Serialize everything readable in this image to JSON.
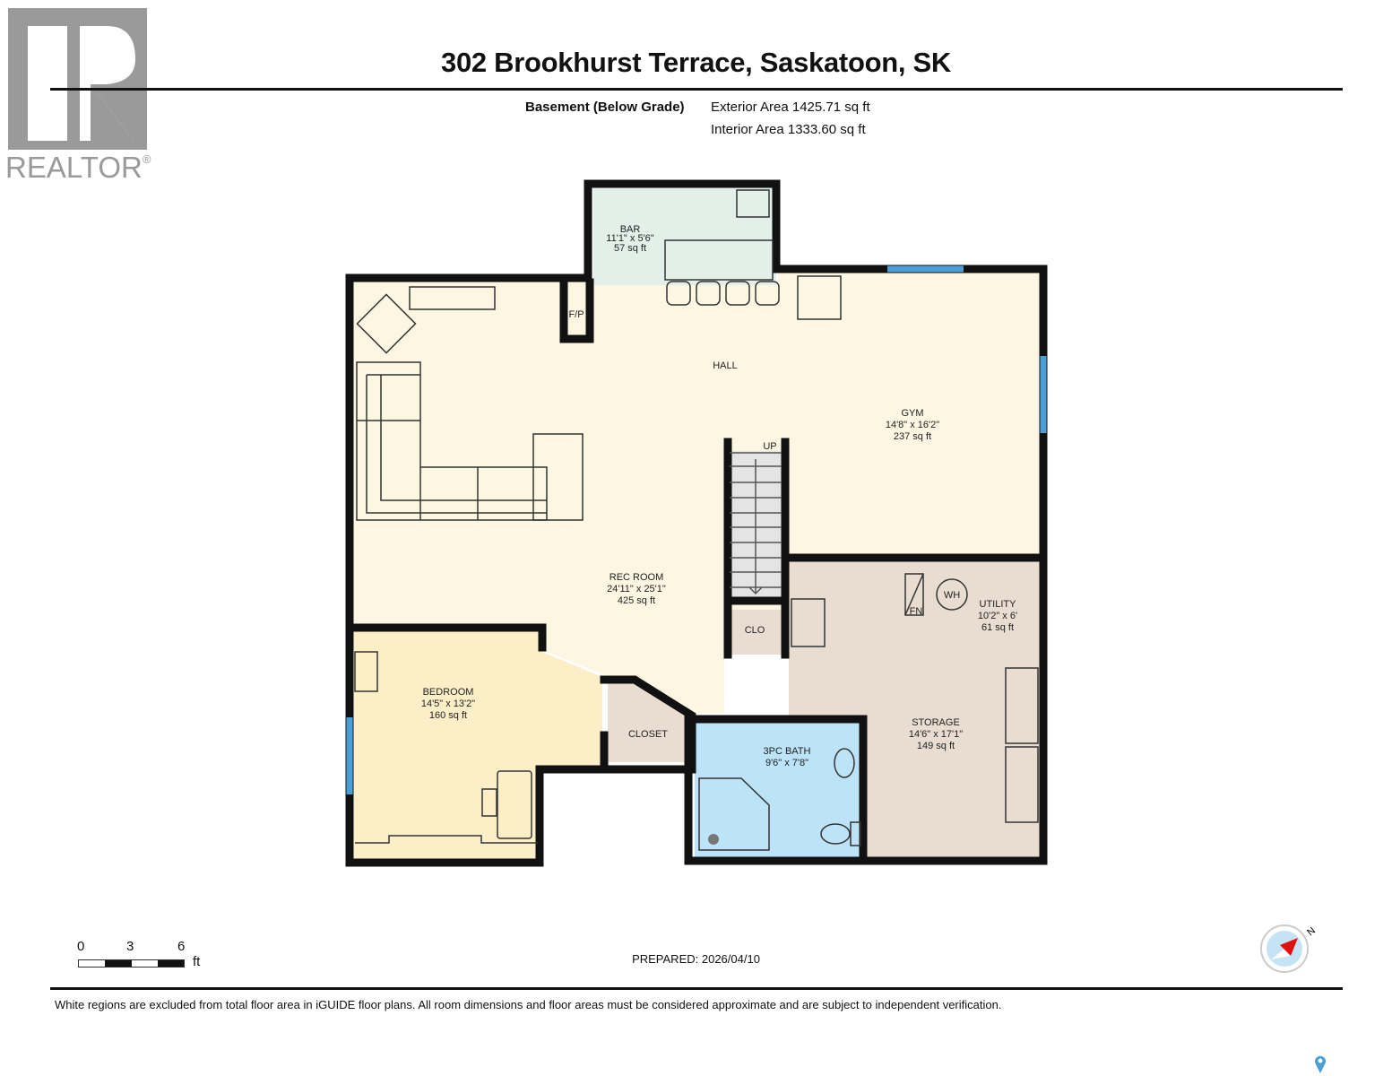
{
  "logo": {
    "brand": "REALTOR",
    "mark": "®",
    "letter": "R"
  },
  "header": {
    "title": "302 Brookhurst Terrace, Saskatoon, SK",
    "level": "Basement (Below Grade)",
    "exterior_area": "Exterior Area 1425.71 sq ft",
    "interior_area": "Interior Area 1333.60 sq ft"
  },
  "rooms": [
    {
      "name": "BAR",
      "dims": "11'1\" x 5'6\"",
      "area": "57 sq ft"
    },
    {
      "name": "HALL"
    },
    {
      "name": "GYM",
      "dims": "14'8\" x 16'2\"",
      "area": "237 sq ft"
    },
    {
      "name": "REC ROOM",
      "dims": "24'11\" x 25'1\"",
      "area": "425 sq ft"
    },
    {
      "name": "UTILITY",
      "dims": "10'2\" x 6'",
      "area": "61 sq ft"
    },
    {
      "name": "BEDROOM",
      "dims": "14'5\" x 13'2\"",
      "area": "160 sq ft"
    },
    {
      "name": "CLOSET"
    },
    {
      "name": "3PC BATH",
      "dims": "9'6\" x 7'8\"",
      "area": ""
    },
    {
      "name": "STORAGE",
      "dims": "14'6\" x 17'1\"",
      "area": "149 sq ft"
    },
    {
      "name": "CLO"
    }
  ],
  "fixtures": {
    "fireplace": "F/P",
    "stairs": "UP",
    "furnace": "FN",
    "water_heater": "WH"
  },
  "colors": {
    "living": "#fdf6e3",
    "bar": "#e3efe9",
    "bedroom": "#fcefc8",
    "utility": "#e8ddd0",
    "bath": "#bde3f8",
    "window": "#4a9fd6",
    "wall": "#111111"
  },
  "scale": {
    "ticks": [
      "0",
      "3",
      "6"
    ],
    "unit": "ft"
  },
  "footer": {
    "prepared": "PREPARED: 2026/04/10",
    "disclaimer": "White regions are excluded from total floor area in iGUIDE floor plans. All room dimensions and floor areas must be considered approximate and are subject to independent verification."
  },
  "compass": {
    "label": "N"
  }
}
